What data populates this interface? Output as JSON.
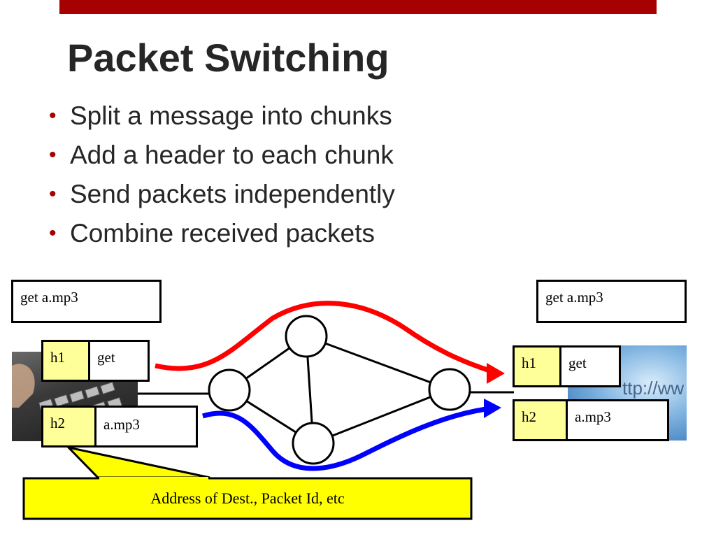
{
  "slide": {
    "title": "Packet Switching",
    "bullets": [
      "Split a message into chunks",
      "Add a header to each chunk",
      "Send packets independently",
      "Combine received packets"
    ]
  },
  "sender": {
    "message": "get a.mp3",
    "packet1": {
      "header": "h1",
      "payload": "get"
    },
    "packet2": {
      "header": "h2",
      "payload": "a.mp3"
    }
  },
  "receiver": {
    "message": "get a.mp3",
    "packet1": {
      "header": "h1",
      "payload": "get"
    },
    "packet2": {
      "header": "h2",
      "payload": "a.mp3"
    }
  },
  "callout": {
    "text": "Address of Dest., Packet Id, etc"
  },
  "colors": {
    "accent": "#a60000",
    "header_cell": "#ffff99",
    "callout_fill": "#ffff00",
    "path1": "#ff0000",
    "path2": "#0000ff"
  }
}
